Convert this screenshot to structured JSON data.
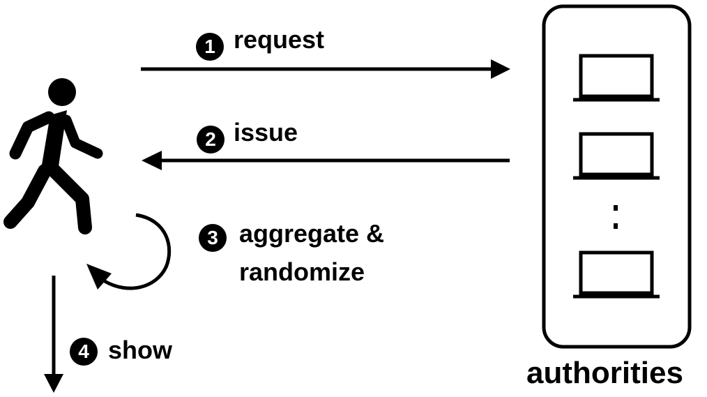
{
  "steps": [
    {
      "number": "1",
      "label": "request"
    },
    {
      "number": "2",
      "label": "issue"
    },
    {
      "number": "3",
      "label_line1": "aggregate &",
      "label_line2": "randomize"
    },
    {
      "number": "4",
      "label": "show"
    }
  ],
  "authorities": {
    "label": "authorities",
    "ellipsis": ":"
  },
  "icons": {
    "user": "walking-person-icon",
    "authority_node": "laptop-icon"
  }
}
